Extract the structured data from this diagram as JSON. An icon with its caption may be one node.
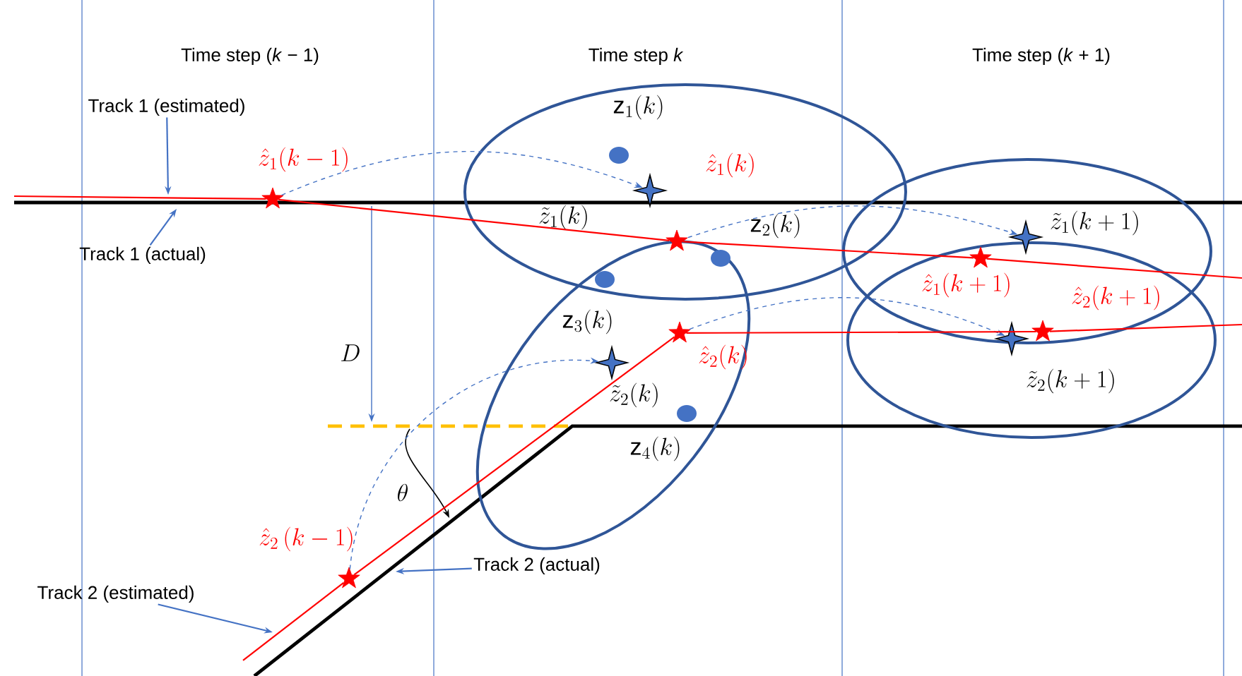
{
  "diagram": {
    "nodes": [
      {
        "text": [],
        "shape": "star",
        "beside": [
          "\\hat{z}_1(k-1)"
        ]
      },
      {
        "text": [],
        "shape": "star",
        "beside": [
          "\\hat{z}_2\\,(k-1)"
        ]
      },
      {
        "text": [],
        "shape": "sparkle",
        "beside": [
          "\\tilde{z}_1(k)"
        ]
      },
      {
        "text": [],
        "shape": "sparkle",
        "beside": [
          "\\tilde{z}_2(k)"
        ]
      },
      {
        "text": [],
        "shape": "star",
        "beside": [
          "\\hat{z}_1(k)"
        ]
      },
      {
        "text": [],
        "shape": "star",
        "beside": [
          "\\hat{z}_2(k)"
        ]
      },
      {
        "text": [],
        "shape": "sparkle",
        "beside": [
          "\\tilde{z}_1(k+1)"
        ]
      },
      {
        "text": [],
        "shape": "sparkle",
        "beside": [
          "\\tilde{z}_2(k+1)"
        ]
      },
      {
        "text": [],
        "shape": "star",
        "beside": [
          "\\hat{z}_1(k+1)"
        ]
      },
      {
        "text": [],
        "shape": "star",
        "beside": [
          "\\hat{z}_2(k+1)"
        ]
      },
      {
        "text": [
          "Track 1 (estimated)"
        ]
      },
      {
        "text": [
          "Track 1 (actual)"
        ]
      },
      {
        "text": [
          "Track 2 (estimated)"
        ]
      },
      {
        "text": [
          "Track 2 (actual)"
        ]
      }
    ],
    "edges": [
      {
        "from": 0,
        "to": 2,
        "arrow": "to",
        "style": "dashed",
        "color": "#4472c4"
      },
      {
        "from": 1,
        "to": 3,
        "arrow": "to",
        "style": "dashed",
        "color": "#4472c4"
      },
      {
        "from": 4,
        "to": 6,
        "arrow": "to",
        "style": "dashed",
        "color": "#4472c4"
      },
      {
        "from": 5,
        "to": 7,
        "arrow": "to",
        "style": "dashed",
        "color": "#4472c4"
      },
      {
        "from": null,
        "to": 0,
        "arrow": "none",
        "color": "#ff0000"
      },
      {
        "from": 0,
        "to": 4,
        "arrow": "none",
        "color": "#ff0000"
      },
      {
        "from": 4,
        "to": 8,
        "arrow": "none",
        "color": "#ff0000"
      },
      {
        "from": 8,
        "to": null,
        "arrow": "none",
        "color": "#ff0000"
      },
      {
        "from": null,
        "to": 1,
        "arrow": "none",
        "color": "#ff0000"
      },
      {
        "from": 1,
        "to": 5,
        "arrow": "none",
        "color": "#ff0000"
      },
      {
        "from": 5,
        "to": 9,
        "arrow": "none",
        "color": "#ff0000"
      },
      {
        "from": 9,
        "to": null,
        "arrow": "none",
        "color": "#ff0000"
      },
      {
        "from": 10,
        "to": null,
        "arrow": "to",
        "color": "#4472c4"
      },
      {
        "from": 11,
        "to": null,
        "arrow": "to",
        "color": "#4472c4"
      },
      {
        "from": 12,
        "to": null,
        "arrow": "to",
        "color": "#4472c4"
      },
      {
        "from": 13,
        "to": null,
        "arrow": "to",
        "color": "#4472c4"
      }
    ],
    "labels": [
      "Time step (*k* − 1)",
      "Time step *k*",
      "Time step (*k* + 1)",
      "\\mathrm{z}_1(k)",
      "\\mathrm{z}_2(k)",
      "\\mathrm{z}_3(k)",
      "\\mathrm{z}_4(k)",
      "D",
      "\\theta"
    ]
  }
}
